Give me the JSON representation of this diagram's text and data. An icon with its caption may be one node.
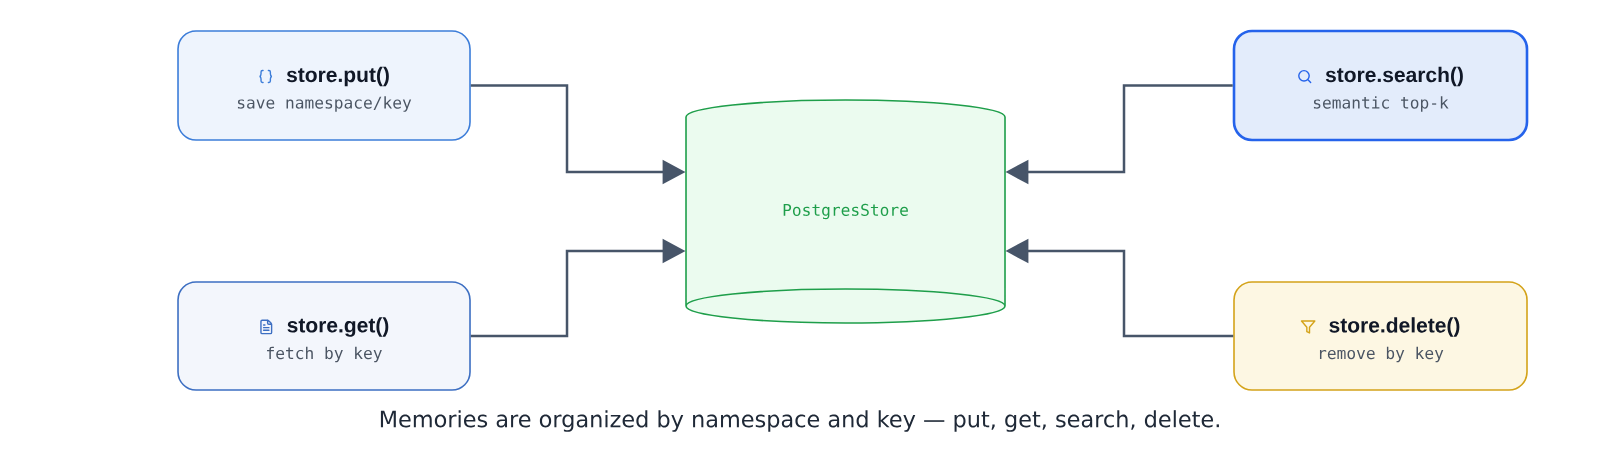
{
  "diagram": {
    "nodes": [
      {
        "text": [
          "store.put()",
          "save namespace/key"
        ]
      },
      {
        "text": [
          "store.search()",
          "semantic top-k"
        ]
      },
      {
        "text": [
          "PostgresStore"
        ]
      },
      {
        "text": [
          "store.get()",
          "fetch by key"
        ]
      },
      {
        "text": [
          "store.delete()",
          "remove by key"
        ]
      }
    ],
    "edges": [
      {
        "from": 0,
        "to": 2,
        "arrow": "to"
      },
      {
        "from": 1,
        "to": 2,
        "arrow": "to"
      },
      {
        "from": 3,
        "to": 2,
        "arrow": "to"
      },
      {
        "from": 4,
        "to": 2,
        "arrow": "to"
      }
    ],
    "caption": "Memories are organized by namespace and key — put, get, search, delete."
  }
}
